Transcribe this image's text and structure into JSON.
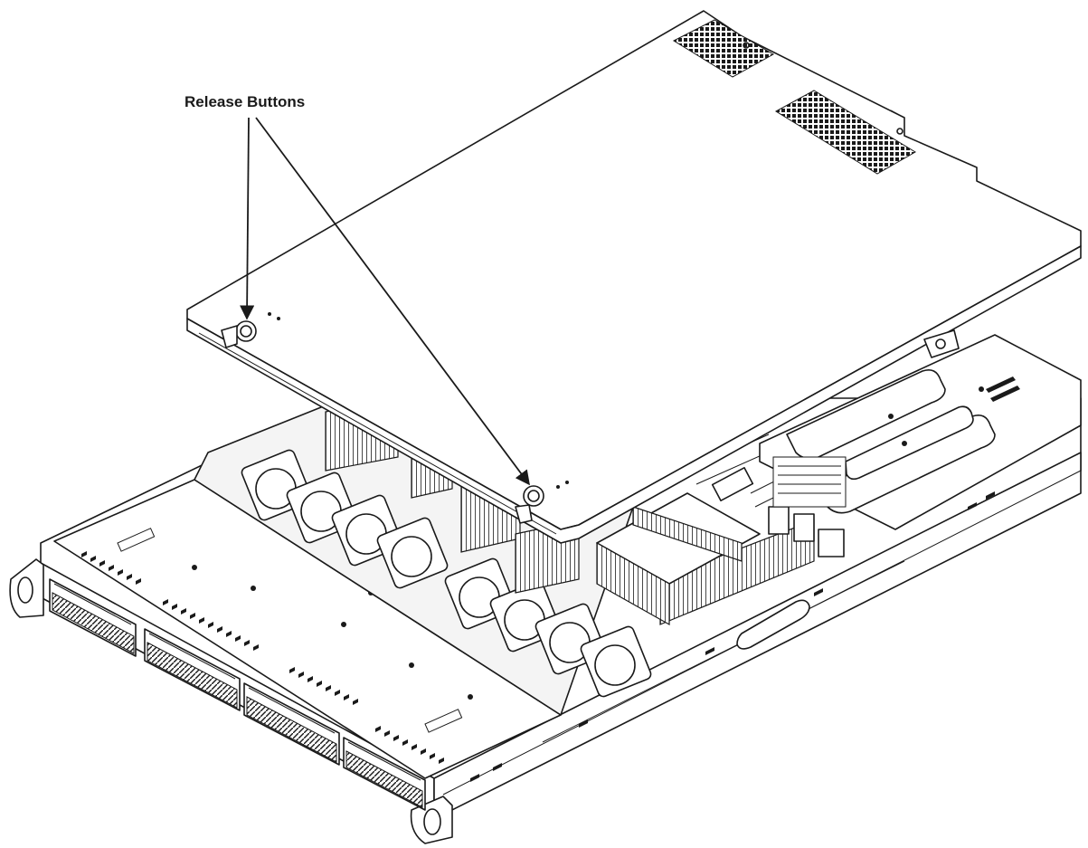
{
  "callout": {
    "label": "Release Buttons"
  },
  "colors": {
    "ink": "#1a1a1a",
    "paper": "#ffffff"
  },
  "parts": {
    "top_cover": "cover-panel",
    "chassis": "1u-chassis",
    "fans": "fan-modules",
    "drive_bays": "hot-swap-drive-bays",
    "memory": "dimm-slots",
    "heatsink": "cpu-heatsink",
    "psu_area": "power-supply-area"
  }
}
